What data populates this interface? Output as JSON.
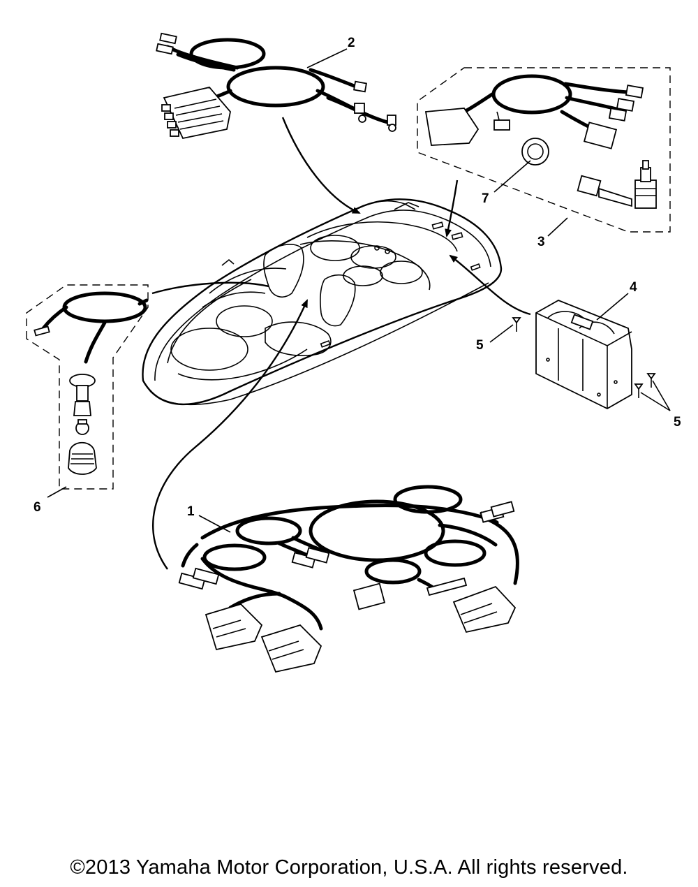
{
  "diagram": {
    "callouts": {
      "c1": "1",
      "c2": "2",
      "c3": "3",
      "c4": "4",
      "c5a": "5",
      "c5b": "5",
      "c6": "6",
      "c7": "7"
    }
  },
  "footer": {
    "copyright": "©2013 Yamaha Motor Corporation, U.S.A. All rights reserved."
  }
}
